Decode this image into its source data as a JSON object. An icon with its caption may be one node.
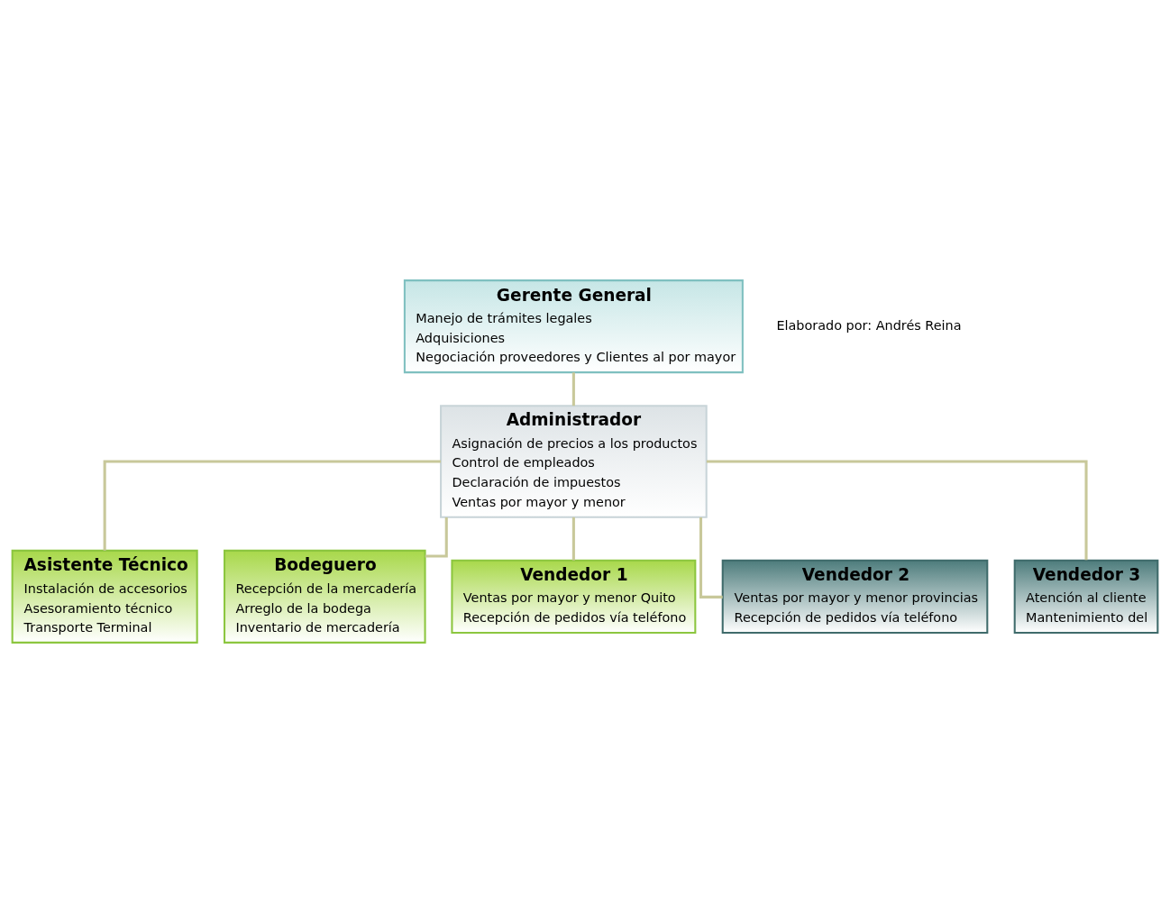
{
  "diagram": {
    "nodes": [
      {
        "text": [
          "Gerente General",
          "Manejo de trámites legales",
          "Adquisiciones",
          "Negociación proveedores y Clientes al por mayor"
        ]
      },
      {
        "text": [
          "Administrador",
          "Asignación de precios a los productos",
          "Control de empleados",
          "Declaración de impuestos",
          "Ventas por mayor y menor"
        ]
      },
      {
        "text": [
          "Asistente Técnico",
          "Instalación de accesorios",
          "Asesoramiento técnico",
          "Transporte Terminal"
        ]
      },
      {
        "text": [
          "Bodeguero",
          "Recepción de la mercadería",
          "Arreglo de la bodega",
          "Inventario de mercadería"
        ]
      },
      {
        "text": [
          "Vendedor 1",
          "Ventas por mayor y menor Quito",
          "Recepción de pedidos vía teléfono"
        ]
      },
      {
        "text": [
          "Vendedor 2",
          "Ventas por mayor y menor provincias",
          "Recepción de pedidos vía teléfono"
        ]
      },
      {
        "text": [
          "Vendedor 3",
          "Atención al cliente",
          "Mantenimiento del"
        ]
      }
    ],
    "edges": [
      {
        "from": 0,
        "to": 1,
        "arrow": "none"
      },
      {
        "from": 1,
        "to": 2,
        "arrow": "none"
      },
      {
        "from": 1,
        "to": 3,
        "arrow": "none"
      },
      {
        "from": 1,
        "to": 4,
        "arrow": "none"
      },
      {
        "from": 1,
        "to": 5,
        "arrow": "none"
      },
      {
        "from": 1,
        "to": 6,
        "arrow": "none"
      }
    ],
    "labels": [
      "Elaborado por: Andrés Reina"
    ]
  }
}
